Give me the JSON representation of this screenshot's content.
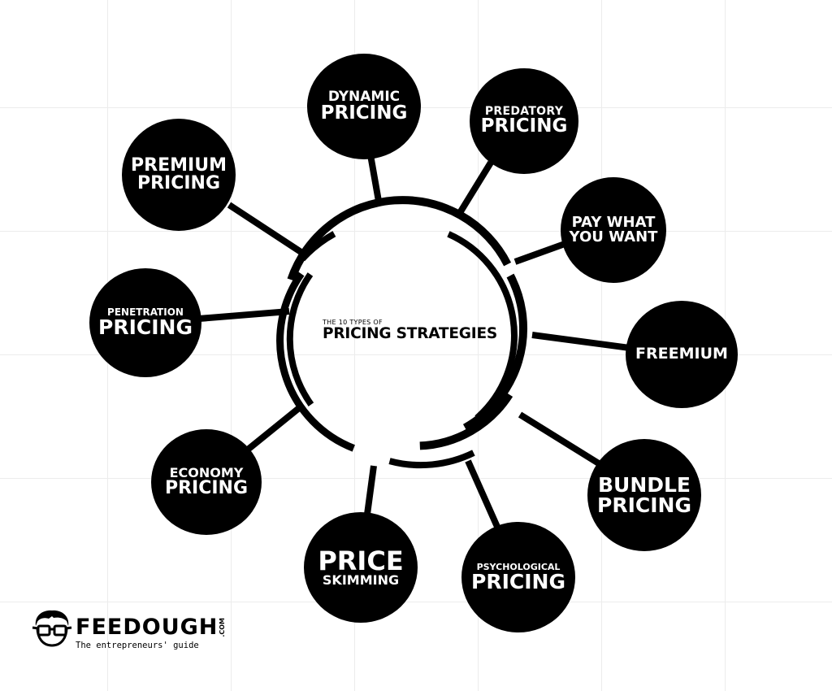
{
  "center": {
    "pretitle": "THE 10 TYPES OF",
    "title": "PRICING STRATEGIES"
  },
  "strategies": [
    {
      "id": "dynamic",
      "line1": "DYNAMIC",
      "line2": "PRICING"
    },
    {
      "id": "predatory",
      "line1": "PREDATORY",
      "line2": "PRICING"
    },
    {
      "id": "pay-what-you-want",
      "line1": "PAY WHAT",
      "line2": "YOU WANT"
    },
    {
      "id": "freemium",
      "line1": "FREEMIUM",
      "line2": ""
    },
    {
      "id": "bundle",
      "line1": "BUNDLE",
      "line2": "PRICING"
    },
    {
      "id": "psychological",
      "line1": "PSYCHOLOGICAL",
      "line2": "PRICING"
    },
    {
      "id": "skimming",
      "line1": "PRICE",
      "line2": "SKIMMING"
    },
    {
      "id": "economy",
      "line1": "ECONOMY",
      "line2": "PRICING"
    },
    {
      "id": "penetration",
      "line1": "PENETRATION",
      "line2": "PRICING"
    },
    {
      "id": "premium",
      "line1": "PREMIUM",
      "line2": "PRICING"
    }
  ],
  "logo": {
    "name": "FEEDOUGH",
    "tld": ".COM",
    "tagline": "The entrepreneurs' guide"
  },
  "colors": {
    "ink": "#000000",
    "background": "#ffffff",
    "grid": "#ececec",
    "node_text": "#ffffff"
  }
}
